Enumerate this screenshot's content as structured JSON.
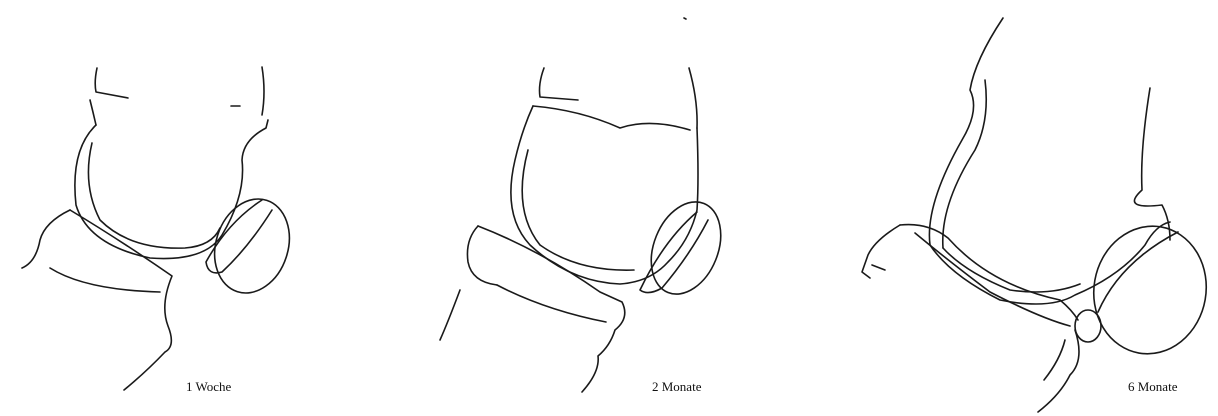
{
  "figure": {
    "panels": [
      {
        "caption": "1 Woche"
      },
      {
        "caption": "2 Monate"
      },
      {
        "caption": "6 Monate"
      }
    ]
  }
}
